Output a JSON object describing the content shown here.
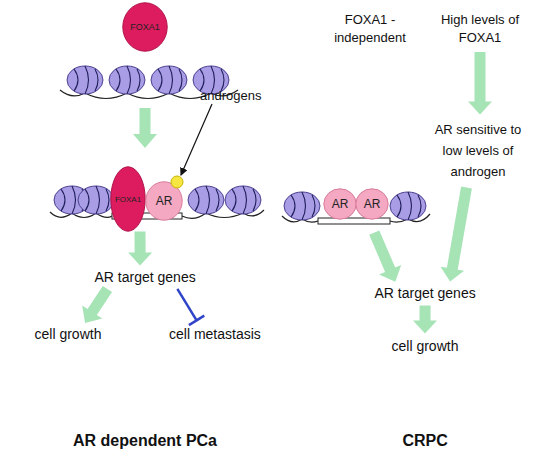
{
  "diagram": {
    "nodes": [
      {
        "text": [
          "FOXA1"
        ]
      },
      {
        "text": [
          "FOXA1"
        ]
      },
      {
        "text": [
          "AR"
        ]
      },
      {
        "text": [
          "AR target genes"
        ]
      },
      {
        "text": [
          "cell growth"
        ]
      },
      {
        "text": [
          "cell metastasis"
        ]
      },
      {
        "text": [
          "FOXA1 -independent"
        ]
      },
      {
        "text": [
          "High levels of FOXA1"
        ]
      },
      {
        "text": [
          "AR sensitive to low levels of androgen"
        ]
      },
      {
        "text": [
          "AR"
        ]
      },
      {
        "text": [
          "AR"
        ]
      },
      {
        "text": [
          "AR target genes"
        ]
      },
      {
        "text": [
          "cell growth"
        ]
      }
    ],
    "edges": [
      {
        "from": 1,
        "to": 3,
        "arrow": "to"
      },
      {
        "from": 3,
        "to": 4,
        "arrow": "to"
      },
      {
        "from": 3,
        "to": 5,
        "arrow": "to"
      },
      {
        "from": 7,
        "to": 8,
        "arrow": "to"
      },
      {
        "from": 10,
        "to": 11,
        "arrow": "to"
      },
      {
        "from": 8,
        "to": 11,
        "arrow": "to"
      },
      {
        "from": 11,
        "to": 12,
        "arrow": "to"
      }
    ],
    "labels": [
      "androgens",
      "AR dependent PCa",
      "CRPC"
    ]
  }
}
